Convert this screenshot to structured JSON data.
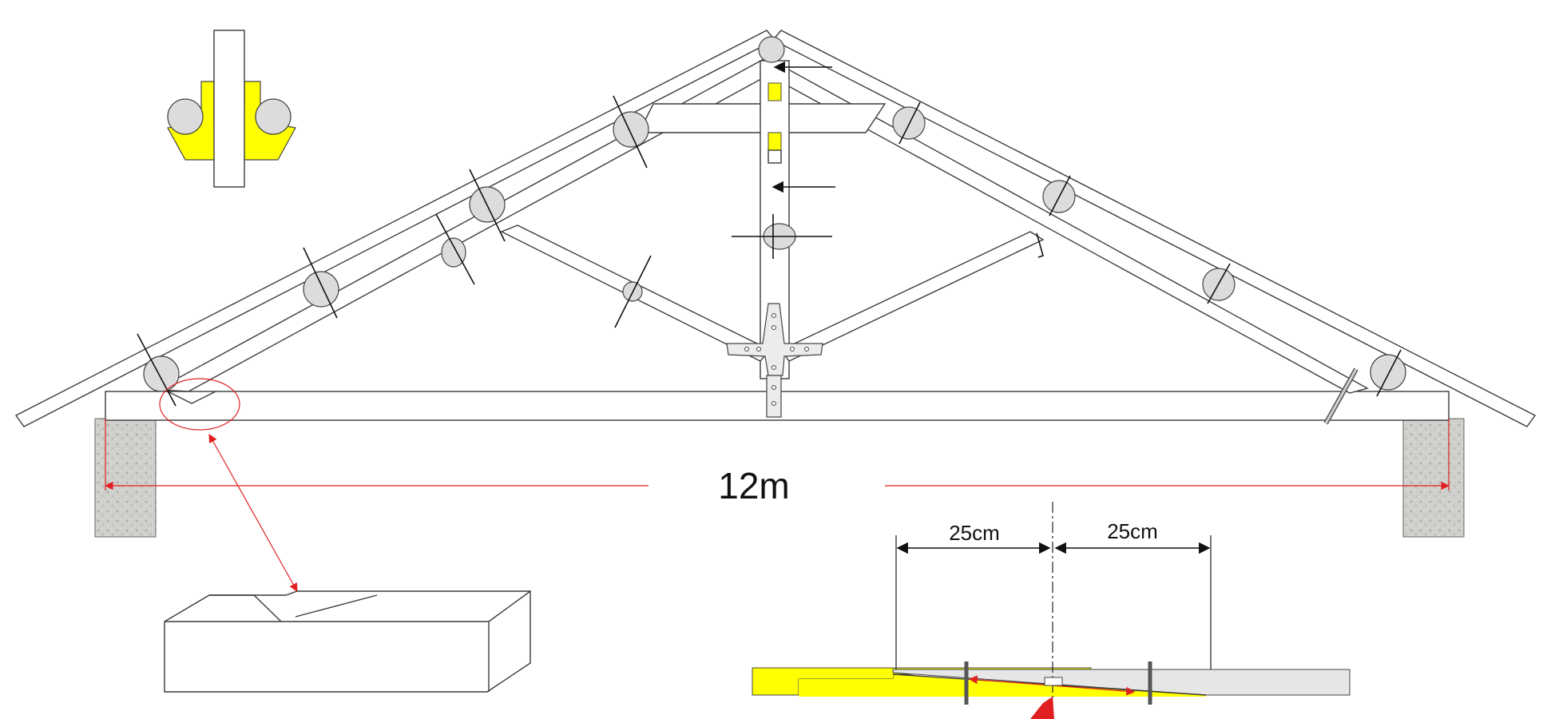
{
  "diagram": {
    "span_label": "12m",
    "splice_left_label": "25cm",
    "splice_right_label": "25cm"
  },
  "colors": {
    "steel_plate": "#ffff00",
    "dimension_red": "#e02020",
    "timber_line": "#3a3a3a",
    "masonry": "#c8c8c4"
  }
}
